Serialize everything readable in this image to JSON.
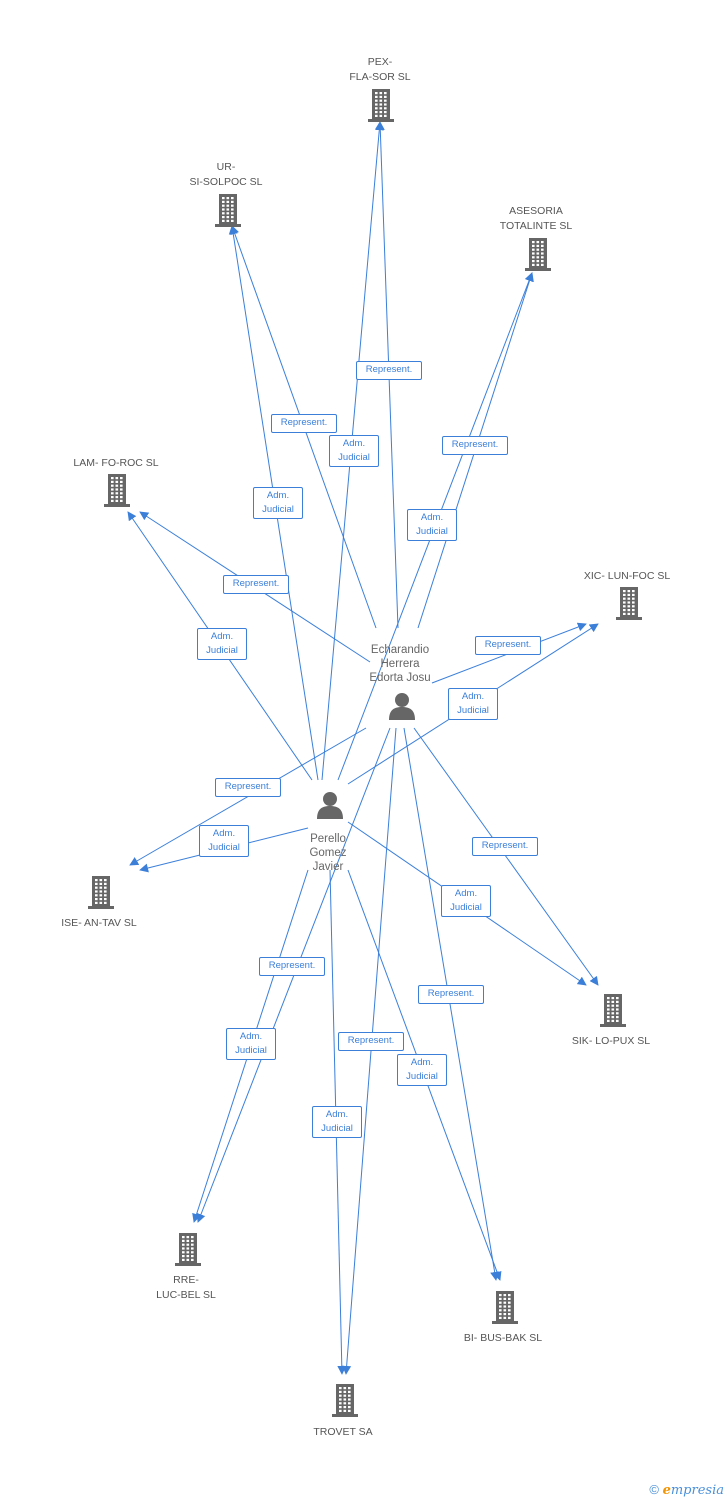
{
  "colors": {
    "edge": "#3b7fd9",
    "icon": "#666666",
    "text": "#555555",
    "brand": "#4a90d9",
    "brand_accent": "#f29400"
  },
  "people": [
    {
      "id": "echarandio",
      "name": "Echarandio\nHerrera\nEdorta Josu",
      "icon": "person-icon"
    },
    {
      "id": "perello",
      "name": "Perello\nGomez\nJavier",
      "icon": "person-icon"
    }
  ],
  "companies": [
    {
      "id": "pex",
      "name": "PEX-\nFLA-SOR SL",
      "icon": "building-icon"
    },
    {
      "id": "ur",
      "name": "UR-\nSI-SOLPOC SL",
      "icon": "building-icon"
    },
    {
      "id": "asesoria",
      "name": "ASESORIA\nTOTALINTE SL",
      "icon": "building-icon"
    },
    {
      "id": "lam",
      "name": "LAM- FO-ROC SL",
      "icon": "building-icon"
    },
    {
      "id": "xic",
      "name": "XIC- LUN-FOC SL",
      "icon": "building-icon"
    },
    {
      "id": "ise",
      "name": "ISE- AN-TAV SL",
      "icon": "building-icon"
    },
    {
      "id": "sik",
      "name": "SIK- LO-PUX SL",
      "icon": "building-icon"
    },
    {
      "id": "rre",
      "name": "RRE-\nLUC-BEL SL",
      "icon": "building-icon"
    },
    {
      "id": "bi",
      "name": "BI- BUS-BAK SL",
      "icon": "building-icon"
    },
    {
      "id": "trovet",
      "name": "TROVET SA",
      "icon": "building-icon"
    }
  ],
  "relations": [
    {
      "from": "echarandio",
      "to": "pex",
      "label": "Represent."
    },
    {
      "from": "perello",
      "to": "pex",
      "label": "Adm.\nJudicial"
    },
    {
      "from": "echarandio",
      "to": "ur",
      "label": "Represent."
    },
    {
      "from": "perello",
      "to": "ur",
      "label": "Adm.\nJudicial"
    },
    {
      "from": "perello",
      "to": "asesoria",
      "label": "Represent."
    },
    {
      "from": "echarandio",
      "to": "asesoria",
      "label": "Adm.\nJudicial"
    },
    {
      "from": "echarandio",
      "to": "lam",
      "label": "Represent."
    },
    {
      "from": "perello",
      "to": "lam",
      "label": "Adm.\nJudicial"
    },
    {
      "from": "echarandio",
      "to": "xic",
      "label": "Represent."
    },
    {
      "from": "perello",
      "to": "xic",
      "label": "Adm.\nJudicial"
    },
    {
      "from": "echarandio",
      "to": "ise",
      "label": "Represent."
    },
    {
      "from": "perello",
      "to": "ise",
      "label": "Adm.\nJudicial"
    },
    {
      "from": "echarandio",
      "to": "sik",
      "label": "Represent."
    },
    {
      "from": "perello",
      "to": "sik",
      "label": "Adm.\nJudicial"
    },
    {
      "from": "perello",
      "to": "rre",
      "label": "Represent."
    },
    {
      "from": "echarandio",
      "to": "rre",
      "label": "Adm.\nJudicial"
    },
    {
      "from": "echarandio",
      "to": "bi",
      "label": "Represent."
    },
    {
      "from": "perello",
      "to": "bi",
      "label": "Adm.\nJudicial"
    },
    {
      "from": "echarandio",
      "to": "trovet",
      "label": "Represent."
    },
    {
      "from": "perello",
      "to": "trovet",
      "label": "Adm.\nJudicial"
    }
  ],
  "footer": {
    "copyright": "©",
    "brand_first": "e",
    "brand_rest": "mpresia"
  }
}
